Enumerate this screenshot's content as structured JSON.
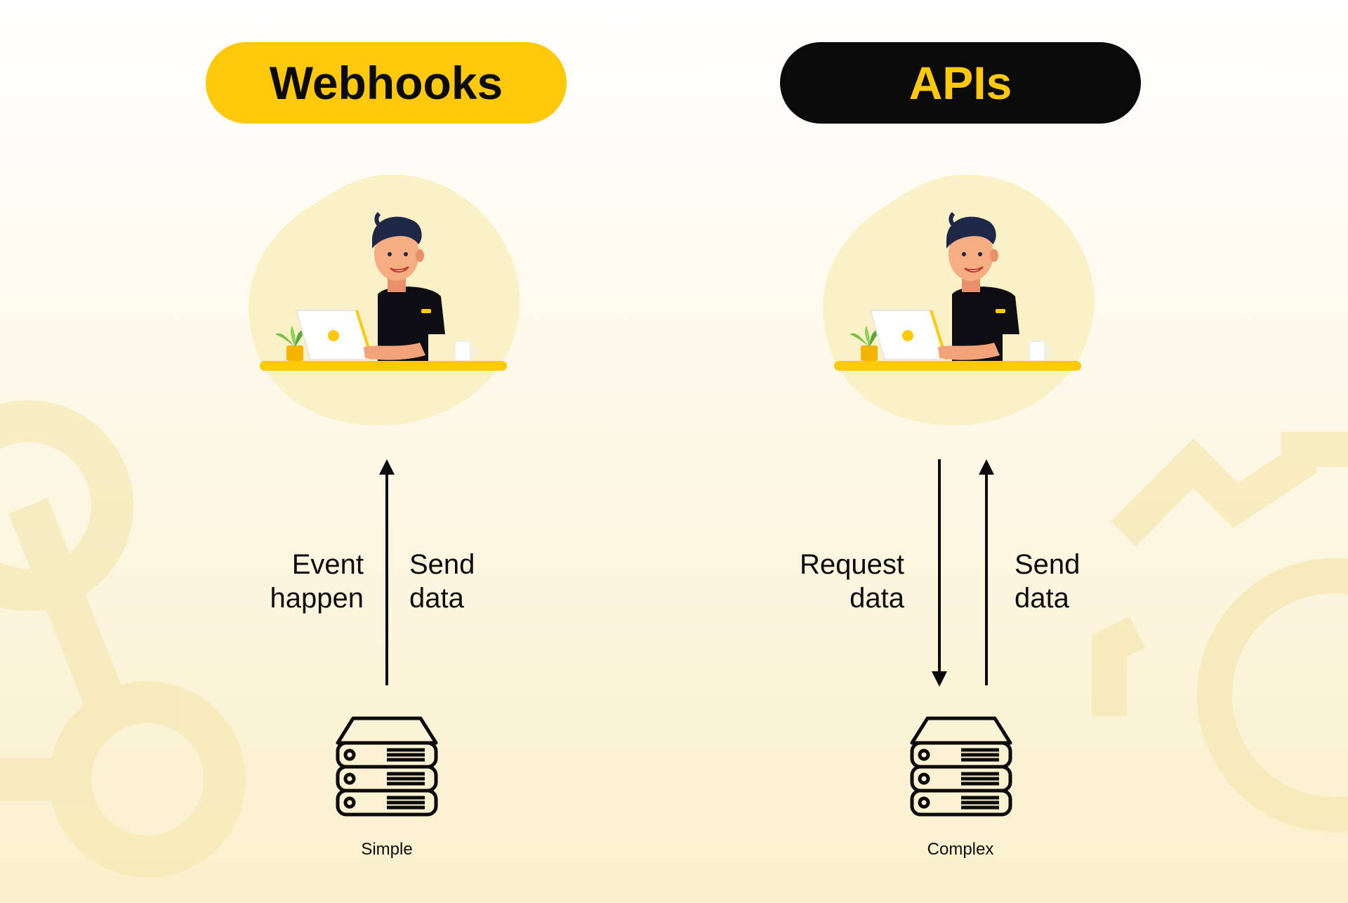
{
  "columns": {
    "webhooks": {
      "title": "Webhooks",
      "label_left_line1": "Event",
      "label_left_line2": "happen",
      "label_right_line1": "Send",
      "label_right_line2": "data",
      "caption": "Simple"
    },
    "apis": {
      "title": "APIs",
      "label_left_line1": "Request",
      "label_left_line2": "data",
      "label_right_line1": "Send",
      "label_right_line2": "data",
      "caption": "Complex"
    }
  },
  "colors": {
    "accent": "#fec80b",
    "dark": "#0a0a0a",
    "background": "#fdf8e8"
  },
  "icons": {
    "developer": "developer-at-laptop-illustration",
    "server": "server-stack-icon",
    "background": "webhook-and-gear-icons"
  }
}
